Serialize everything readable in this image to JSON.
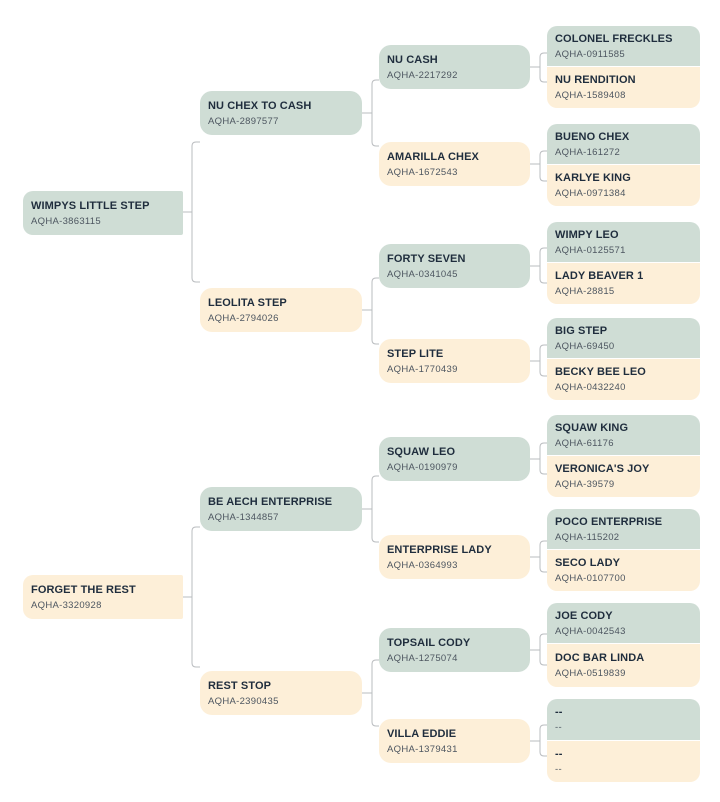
{
  "pedigrees": [
    {
      "subject": {
        "name": "WIMPYS LITTLE STEP",
        "reg": "AQHA-3863115"
      },
      "sire": {
        "horse": {
          "name": "NU CHEX TO CASH",
          "reg": "AQHA-2897577"
        },
        "sire": {
          "horse": {
            "name": "NU CASH",
            "reg": "AQHA-2217292"
          },
          "sire": {
            "name": "COLONEL FRECKLES",
            "reg": "AQHA-0911585"
          },
          "dam": {
            "name": "NU RENDITION",
            "reg": "AQHA-1589408"
          }
        },
        "dam": {
          "horse": {
            "name": "AMARILLA CHEX",
            "reg": "AQHA-1672543"
          },
          "sire": {
            "name": "BUENO CHEX",
            "reg": "AQHA-161272"
          },
          "dam": {
            "name": "KARLYE KING",
            "reg": "AQHA-0971384"
          }
        }
      },
      "dam": {
        "horse": {
          "name": "LEOLITA STEP",
          "reg": "AQHA-2794026"
        },
        "sire": {
          "horse": {
            "name": "FORTY SEVEN",
            "reg": "AQHA-0341045"
          },
          "sire": {
            "name": "WIMPY LEO",
            "reg": "AQHA-0125571"
          },
          "dam": {
            "name": "LADY BEAVER 1",
            "reg": "AQHA-28815"
          }
        },
        "dam": {
          "horse": {
            "name": "STEP LITE",
            "reg": "AQHA-1770439"
          },
          "sire": {
            "name": "BIG STEP",
            "reg": "AQHA-69450"
          },
          "dam": {
            "name": "BECKY BEE LEO",
            "reg": "AQHA-0432240"
          }
        }
      }
    },
    {
      "subject": {
        "name": "FORGET THE REST",
        "reg": "AQHA-3320928"
      },
      "sire": {
        "horse": {
          "name": "BE AECH ENTERPRISE",
          "reg": "AQHA-1344857"
        },
        "sire": {
          "horse": {
            "name": "SQUAW LEO",
            "reg": "AQHA-0190979"
          },
          "sire": {
            "name": "SQUAW KING",
            "reg": "AQHA-61176"
          },
          "dam": {
            "name": "VERONICA'S JOY",
            "reg": "AQHA-39579"
          }
        },
        "dam": {
          "horse": {
            "name": "ENTERPRISE LADY",
            "reg": "AQHA-0364993"
          },
          "sire": {
            "name": "POCO ENTERPRISE",
            "reg": "AQHA-115202"
          },
          "dam": {
            "name": "SECO LADY",
            "reg": "AQHA-0107700"
          }
        }
      },
      "dam": {
        "horse": {
          "name": "REST STOP",
          "reg": "AQHA-2390435"
        },
        "sire": {
          "horse": {
            "name": "TOPSAIL CODY",
            "reg": "AQHA-1275074"
          },
          "sire": {
            "name": "JOE CODY",
            "reg": "AQHA-0042543"
          },
          "dam": {
            "name": "DOC BAR LINDA",
            "reg": "AQHA-0519839"
          }
        },
        "dam": {
          "horse": {
            "name": "VILLA EDDIE",
            "reg": "AQHA-1379431"
          },
          "sire": {
            "name": "--",
            "reg": "--"
          },
          "dam": {
            "name": "--",
            "reg": "--"
          }
        }
      }
    }
  ],
  "colors": {
    "sire": "#cfddd5",
    "dam": "#fdefd8",
    "line": "#b9bcbf"
  }
}
